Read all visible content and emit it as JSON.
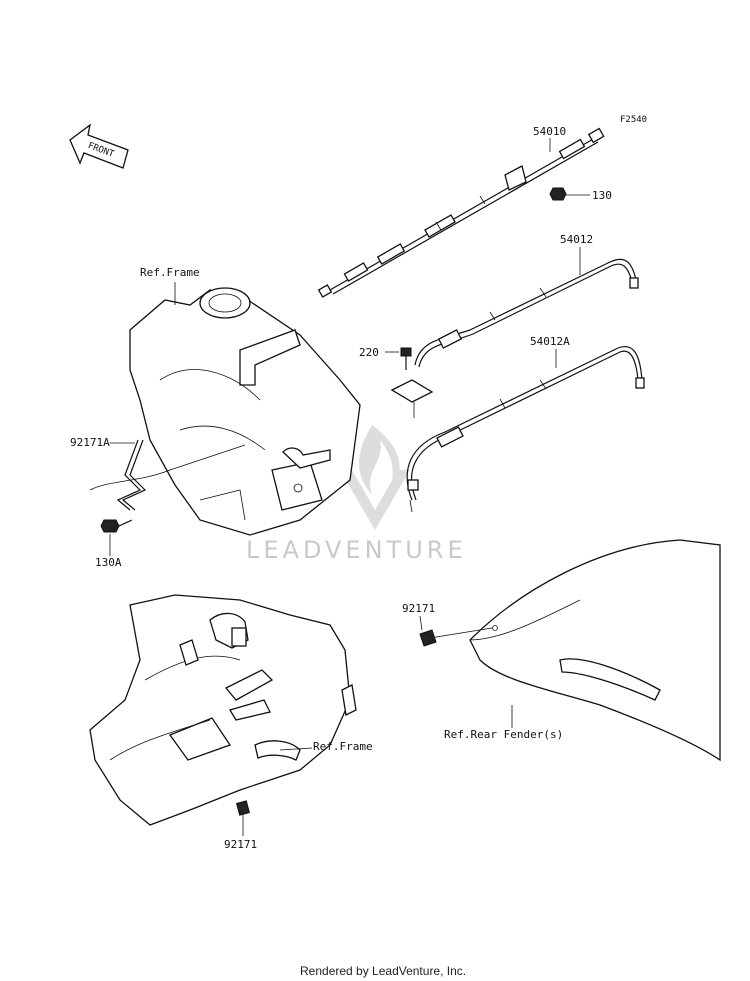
{
  "figure_code": "F2540",
  "direction": "FRONT",
  "watermark": "LEADVENTURE",
  "footer": "Rendered by LeadVenture, Inc.",
  "labels": {
    "p54010": "54010",
    "p130": "130",
    "p54012": "54012",
    "p220": "220",
    "p54012A": "54012A",
    "p92171A": "92171A",
    "p130A": "130A",
    "ref_frame_top": "Ref.Frame",
    "ref_frame_bottom": "Ref.Frame",
    "p92171_right": "92171",
    "ref_rear_fender": "Ref.Rear Fender(s)",
    "p92171_bottom": "92171"
  }
}
